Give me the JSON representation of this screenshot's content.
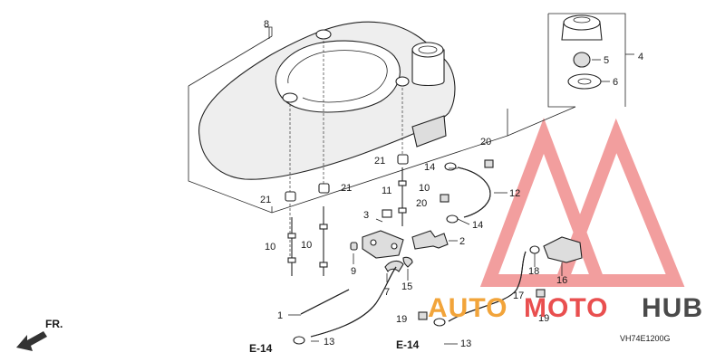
{
  "diagram": {
    "callouts": {
      "c1": "1",
      "c2": "2",
      "c3": "3",
      "c4": "4",
      "c5": "5",
      "c6": "6",
      "c7": "7",
      "c8": "8",
      "c9": "9",
      "c10a": "10",
      "c10b": "10",
      "c10c": "10",
      "c11": "11",
      "c12": "12",
      "c13a": "13",
      "c13b": "13",
      "c14a": "14",
      "c14b": "14",
      "c15": "15",
      "c16": "16",
      "c17": "17",
      "c18": "18",
      "c19a": "19",
      "c19b": "19",
      "c20a": "20",
      "c20b": "20",
      "c21a": "21",
      "c21b": "21",
      "c21c": "21"
    },
    "refs": {
      "left": "E-14",
      "right": "E-14"
    },
    "front_label": "FR.",
    "code": "VH74E1200G"
  },
  "watermark": {
    "part1": "AUTO",
    "part2": "MOTO",
    "part3": "HUB"
  },
  "colors": {
    "line": "#222222",
    "tank_fill": "#eeeeee",
    "watermark_orange": "#f2a43a",
    "watermark_red": "#e94f4f",
    "watermark_gray": "#4a4a4a"
  }
}
